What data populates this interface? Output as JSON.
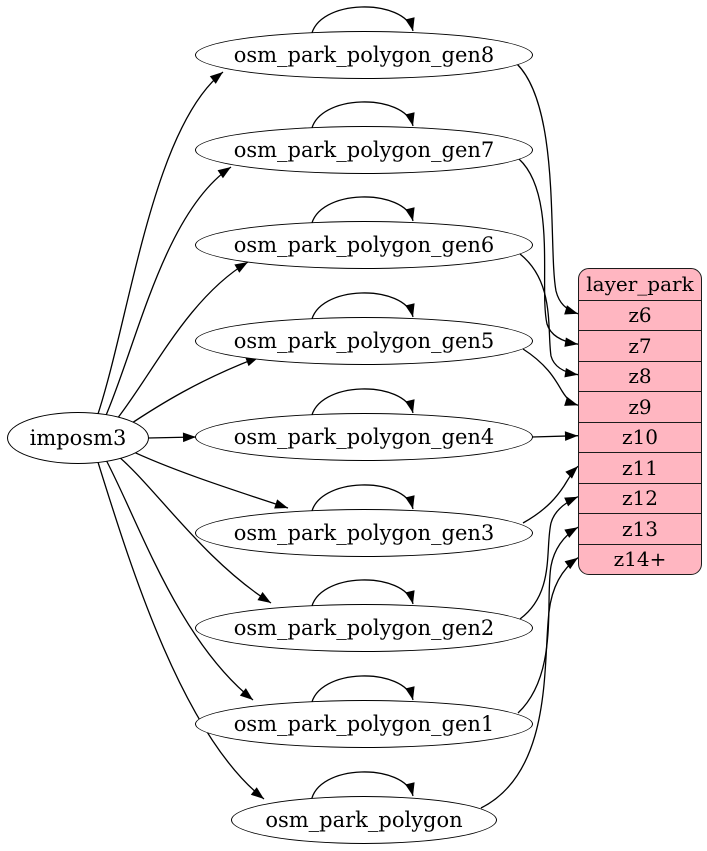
{
  "diagram": {
    "source": {
      "id": "imposm3",
      "label": "imposm3"
    },
    "generalized_tables": [
      {
        "id": "osm_park_polygon_gen8",
        "label": "osm_park_polygon_gen8"
      },
      {
        "id": "osm_park_polygon_gen7",
        "label": "osm_park_polygon_gen7"
      },
      {
        "id": "osm_park_polygon_gen6",
        "label": "osm_park_polygon_gen6"
      },
      {
        "id": "osm_park_polygon_gen5",
        "label": "osm_park_polygon_gen5"
      },
      {
        "id": "osm_park_polygon_gen4",
        "label": "osm_park_polygon_gen4"
      },
      {
        "id": "osm_park_polygon_gen3",
        "label": "osm_park_polygon_gen3"
      },
      {
        "id": "osm_park_polygon_gen2",
        "label": "osm_park_polygon_gen2"
      },
      {
        "id": "osm_park_polygon_gen1",
        "label": "osm_park_polygon_gen1"
      },
      {
        "id": "osm_park_polygon",
        "label": "osm_park_polygon"
      }
    ],
    "layer": {
      "id": "layer_park",
      "title": "layer_park",
      "zoom_rows": [
        {
          "id": "z6",
          "label": "z6"
        },
        {
          "id": "z7",
          "label": "z7"
        },
        {
          "id": "z8",
          "label": "z8"
        },
        {
          "id": "z9",
          "label": "z9"
        },
        {
          "id": "z10",
          "label": "z10"
        },
        {
          "id": "z11",
          "label": "z11"
        },
        {
          "id": "z12",
          "label": "z12"
        },
        {
          "id": "z13",
          "label": "z13"
        },
        {
          "id": "z14plus",
          "label": "z14+"
        }
      ]
    },
    "edges": [
      {
        "from": "imposm3",
        "to": "osm_park_polygon_gen8"
      },
      {
        "from": "imposm3",
        "to": "osm_park_polygon_gen7"
      },
      {
        "from": "imposm3",
        "to": "osm_park_polygon_gen6"
      },
      {
        "from": "imposm3",
        "to": "osm_park_polygon_gen5"
      },
      {
        "from": "imposm3",
        "to": "osm_park_polygon_gen4"
      },
      {
        "from": "imposm3",
        "to": "osm_park_polygon_gen3"
      },
      {
        "from": "imposm3",
        "to": "osm_park_polygon_gen2"
      },
      {
        "from": "imposm3",
        "to": "osm_park_polygon_gen1"
      },
      {
        "from": "imposm3",
        "to": "osm_park_polygon"
      },
      {
        "from": "osm_park_polygon_gen8",
        "to": "osm_park_polygon_gen8"
      },
      {
        "from": "osm_park_polygon_gen7",
        "to": "osm_park_polygon_gen7"
      },
      {
        "from": "osm_park_polygon_gen6",
        "to": "osm_park_polygon_gen6"
      },
      {
        "from": "osm_park_polygon_gen5",
        "to": "osm_park_polygon_gen5"
      },
      {
        "from": "osm_park_polygon_gen4",
        "to": "osm_park_polygon_gen4"
      },
      {
        "from": "osm_park_polygon_gen3",
        "to": "osm_park_polygon_gen3"
      },
      {
        "from": "osm_park_polygon_gen2",
        "to": "osm_park_polygon_gen2"
      },
      {
        "from": "osm_park_polygon_gen1",
        "to": "osm_park_polygon_gen1"
      },
      {
        "from": "osm_park_polygon",
        "to": "osm_park_polygon"
      },
      {
        "from": "osm_park_polygon_gen8",
        "to": "z6"
      },
      {
        "from": "osm_park_polygon_gen7",
        "to": "z7"
      },
      {
        "from": "osm_park_polygon_gen6",
        "to": "z8"
      },
      {
        "from": "osm_park_polygon_gen5",
        "to": "z9"
      },
      {
        "from": "osm_park_polygon_gen4",
        "to": "z10"
      },
      {
        "from": "osm_park_polygon_gen3",
        "to": "z11"
      },
      {
        "from": "osm_park_polygon_gen2",
        "to": "z12"
      },
      {
        "from": "osm_park_polygon_gen1",
        "to": "z13"
      },
      {
        "from": "osm_park_polygon",
        "to": "z14plus"
      }
    ],
    "colors": {
      "layer_fill": "#ffb6c1",
      "node_fill": "#ffffff",
      "stroke": "#000000"
    }
  }
}
